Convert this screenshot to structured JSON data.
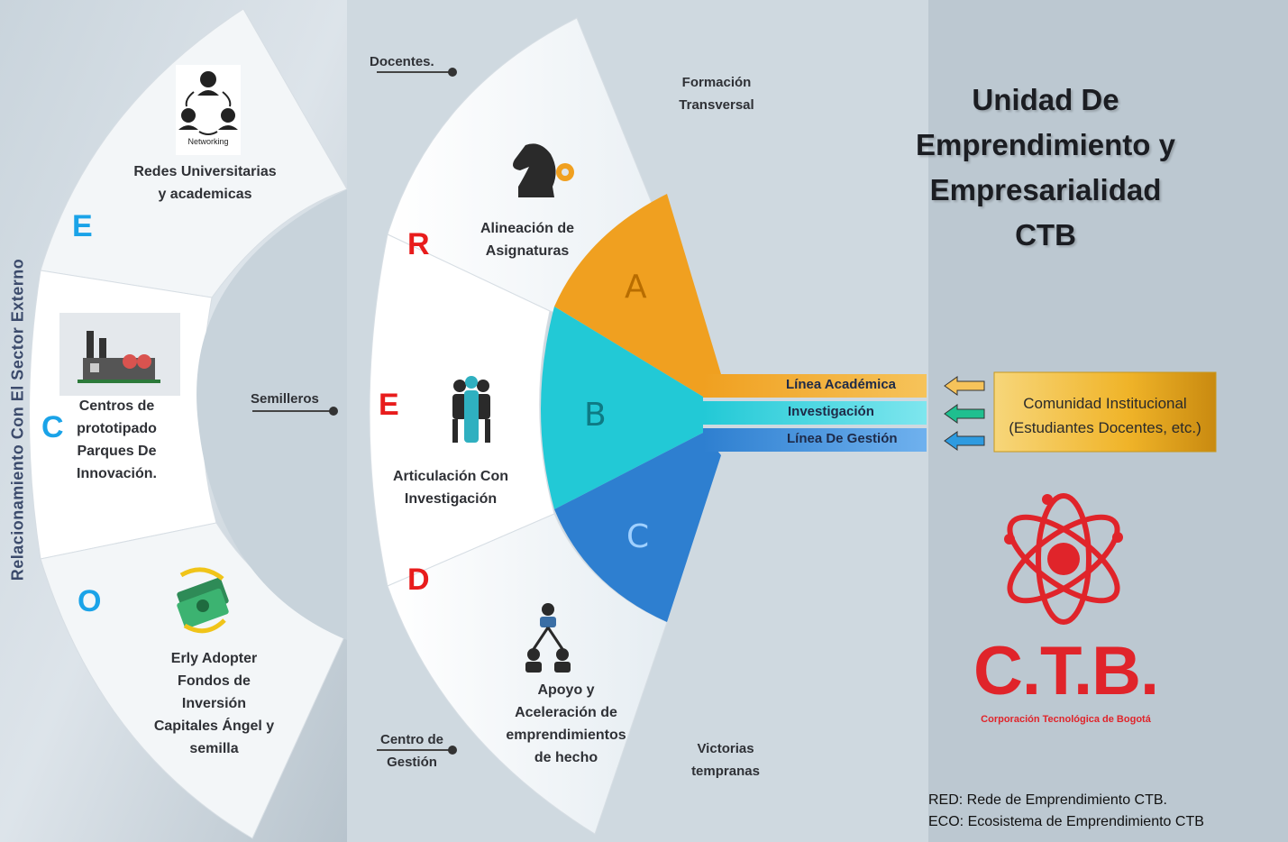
{
  "title": "Unidad De\nEmprendimiento y\nEmpresarialidad\nCTB",
  "vertical_label": "Relacionamiento Con El Sector Externo",
  "eco_letters": [
    "E",
    "C",
    "O"
  ],
  "red_letters": [
    "R",
    "E",
    "D"
  ],
  "eco_items": [
    {
      "icon": "networking-icon",
      "icon_text": "Networking",
      "label": "Redes Universitarias\ny academicas"
    },
    {
      "icon": "factory-icon",
      "label": "Centros de\nprototipado\nParques De\nInnovación."
    },
    {
      "icon": "money-icon",
      "label": "Erly Adopter\nFondos de\nInversión\nCapitales Ángel y\nsemilla"
    }
  ],
  "red_items": [
    {
      "icon": "chess-knight-gear-icon",
      "label": "Alineación de\nAsignaturas"
    },
    {
      "icon": "team-icon",
      "label": "Articulación Con\nInvestigación"
    },
    {
      "icon": "hierarchy-icon",
      "label": "Apoyo y\nAceleración de\nemprendimientos\nde hecho"
    }
  ],
  "callouts": {
    "docentes": "Docentes.",
    "semilleros": "Semilleros",
    "centro_gestion": "Centro de\nGestión",
    "formacion": "Formación\nTransversal",
    "victorias": "Victorias\ntempranas"
  },
  "wedges": [
    {
      "letter": "A",
      "color": "#f0a020"
    },
    {
      "letter": "B",
      "color": "#22c9d6"
    },
    {
      "letter": "C",
      "color": "#2e7fd0"
    }
  ],
  "lines": [
    "Línea Académica",
    "Investigación",
    "Línea De Gestión"
  ],
  "community_box": "Comunidad Institucional\n(Estudiantes Docentes, etc.)",
  "logo": {
    "text": "C.T.B.",
    "subtitle": "Corporación Tecnológica de Bogotá",
    "color": "#e0242a"
  },
  "legend": [
    "RED: Rede de Emprendimiento  CTB.",
    "ECO: Ecosistema de Emprendimiento CTB"
  ],
  "colors": {
    "eco_letters": "#1aa3e8",
    "red_letters": "#e81c1c"
  }
}
